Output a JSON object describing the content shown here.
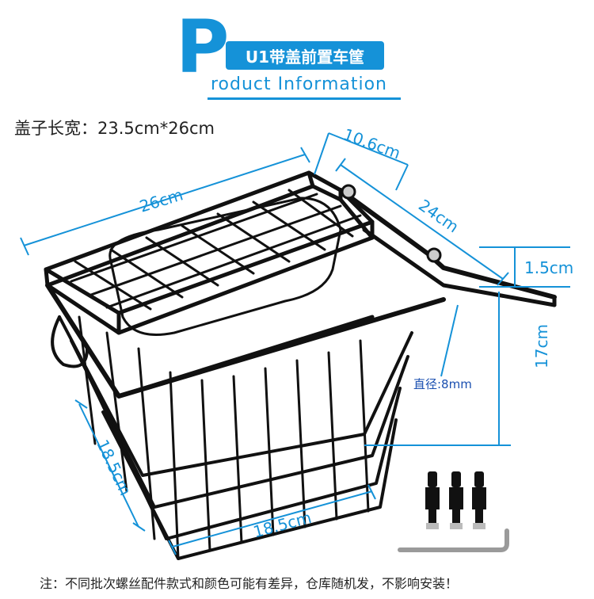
{
  "header": {
    "badge": "U1带盖前置车筐",
    "letter": "P",
    "subtitle": "roduct Information"
  },
  "lid_size": "盖子长宽：23.5cm*26cm",
  "dimensions": {
    "top_length": "26cm",
    "top_depth": "10.6cm",
    "side_length": "24cm",
    "bracket_offset": "1.5cm",
    "height": "17cm",
    "diameter": "直径:8mm",
    "bottom_depth": "18.5cm",
    "bottom_width": "18.5cm"
  },
  "note": "注：不同批次螺丝配件款式和颜色可能有差异，仓库随机发，不影响安装！",
  "colors": {
    "accent": "#1592d8",
    "diameter_text": "#1a4fb0",
    "basket": "#111111"
  }
}
